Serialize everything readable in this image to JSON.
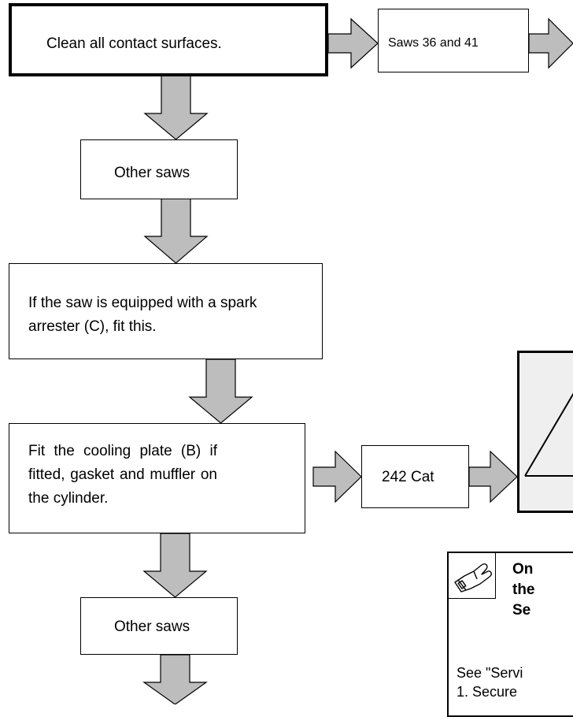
{
  "flow": {
    "start": "Clean all contact surfaces.",
    "saws_36_41": "Saws 36 and 41",
    "other_saws_1": "Other saws",
    "spark_arrester": "If the saw is equipped with a spark arrester (C), fit this.",
    "cooling_plate": "Fit the cooling plate (B) if fitted, gasket and muffler on the cylinder.",
    "cat_242": "242 Cat",
    "other_saws_2": "Other saws"
  },
  "note": {
    "icon": "glove-hand-icon",
    "bold_lines": [
      "On",
      "the",
      "Se"
    ],
    "text_lines": [
      "See \"Servi",
      "1. Secure"
    ]
  },
  "colors": {
    "arrow_fill": "#bdbdbd",
    "stroke": "#000000",
    "warning_fill": "#efefef"
  }
}
